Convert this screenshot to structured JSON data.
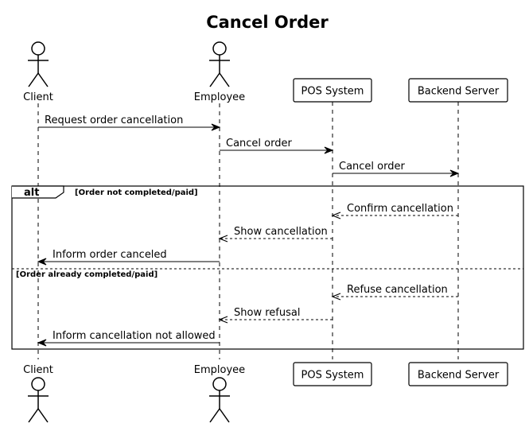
{
  "title": "Cancel Order",
  "participants": [
    {
      "id": "client",
      "name": "Client",
      "kind": "actor"
    },
    {
      "id": "employee",
      "name": "Employee",
      "kind": "actor"
    },
    {
      "id": "pos",
      "name": "POS System",
      "kind": "box"
    },
    {
      "id": "backend",
      "name": "Backend Server",
      "kind": "box"
    }
  ],
  "messages": [
    {
      "from": "client",
      "to": "employee",
      "text": "Request order cancellation",
      "style": "solid"
    },
    {
      "from": "employee",
      "to": "pos",
      "text": "Cancel order",
      "style": "solid"
    },
    {
      "from": "pos",
      "to": "backend",
      "text": "Cancel order",
      "style": "solid"
    },
    {
      "from": "backend",
      "to": "pos",
      "text": "Confirm cancellation",
      "style": "dashed"
    },
    {
      "from": "pos",
      "to": "employee",
      "text": "Show cancellation",
      "style": "dashed"
    },
    {
      "from": "employee",
      "to": "client",
      "text": "Inform order canceled",
      "style": "solid"
    },
    {
      "from": "backend",
      "to": "pos",
      "text": "Refuse cancellation",
      "style": "dashed"
    },
    {
      "from": "pos",
      "to": "employee",
      "text": "Show refusal",
      "style": "dashed"
    },
    {
      "from": "employee",
      "to": "client",
      "text": "Inform cancellation not allowed",
      "style": "solid"
    }
  ],
  "fragment": {
    "keyword": "alt",
    "guard1": "[Order not completed/paid]",
    "guard2": "[Order already completed/paid]"
  }
}
